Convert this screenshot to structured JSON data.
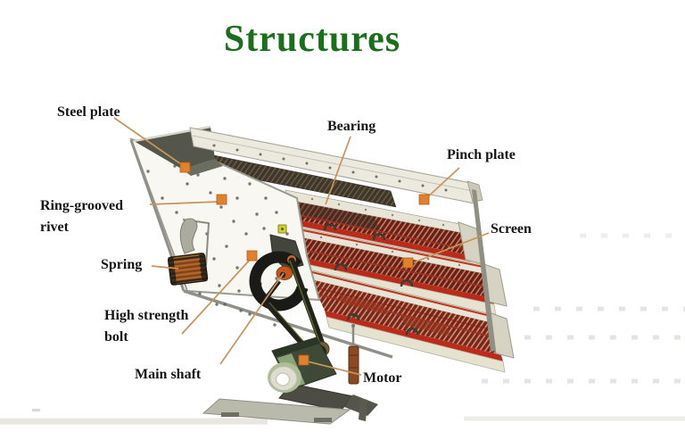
{
  "title": "Structures",
  "labels": {
    "steel_plate": "Steel plate",
    "bearing": "Bearing",
    "pinch_plate": "Pinch plate",
    "ring_grooved_rivet": "Ring-grooved rivet",
    "screen": "Screen",
    "spring": "Spring",
    "high_strength_bolt": "High strength bolt",
    "main_shaft": "Main shaft",
    "motor": "Motor"
  },
  "colors": {
    "title_green": "#1b6e1b",
    "label_text": "#151515",
    "marker_orange": "#e0812f",
    "leader_line": "#c9935a",
    "screen_mesh_red": "#7a2518",
    "deck_edge_red": "#bb2b1a",
    "machine_plate": "#f8f7f1",
    "motor_green": "#3e4a37"
  }
}
